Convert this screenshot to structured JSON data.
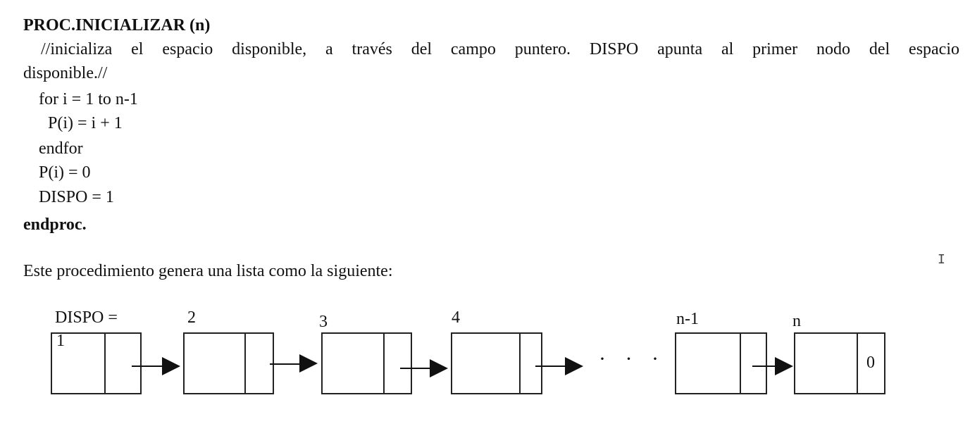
{
  "title": "PROC.INICIALIZAR (n)",
  "comment_line1": "//inicializa el espacio disponible, a través del campo puntero.  DISPO apunta al primer nodo del espacio",
  "comment_line2": "disponible.//",
  "code": [
    "for i = 1 to n-1",
    "P(i) = i + 1",
    "endfor",
    "P(i) = 0",
    "DISPO = 1"
  ],
  "end": "endproc.",
  "description": "Este procedimiento genera una lista como la siguiente:",
  "diagram": {
    "dispo_label": "DISPO =",
    "dispo_value": "1",
    "node_labels": [
      "2",
      "3",
      "4",
      "n-1",
      "n"
    ],
    "ellipsis": "· · ·",
    "last_pointer": "0"
  }
}
